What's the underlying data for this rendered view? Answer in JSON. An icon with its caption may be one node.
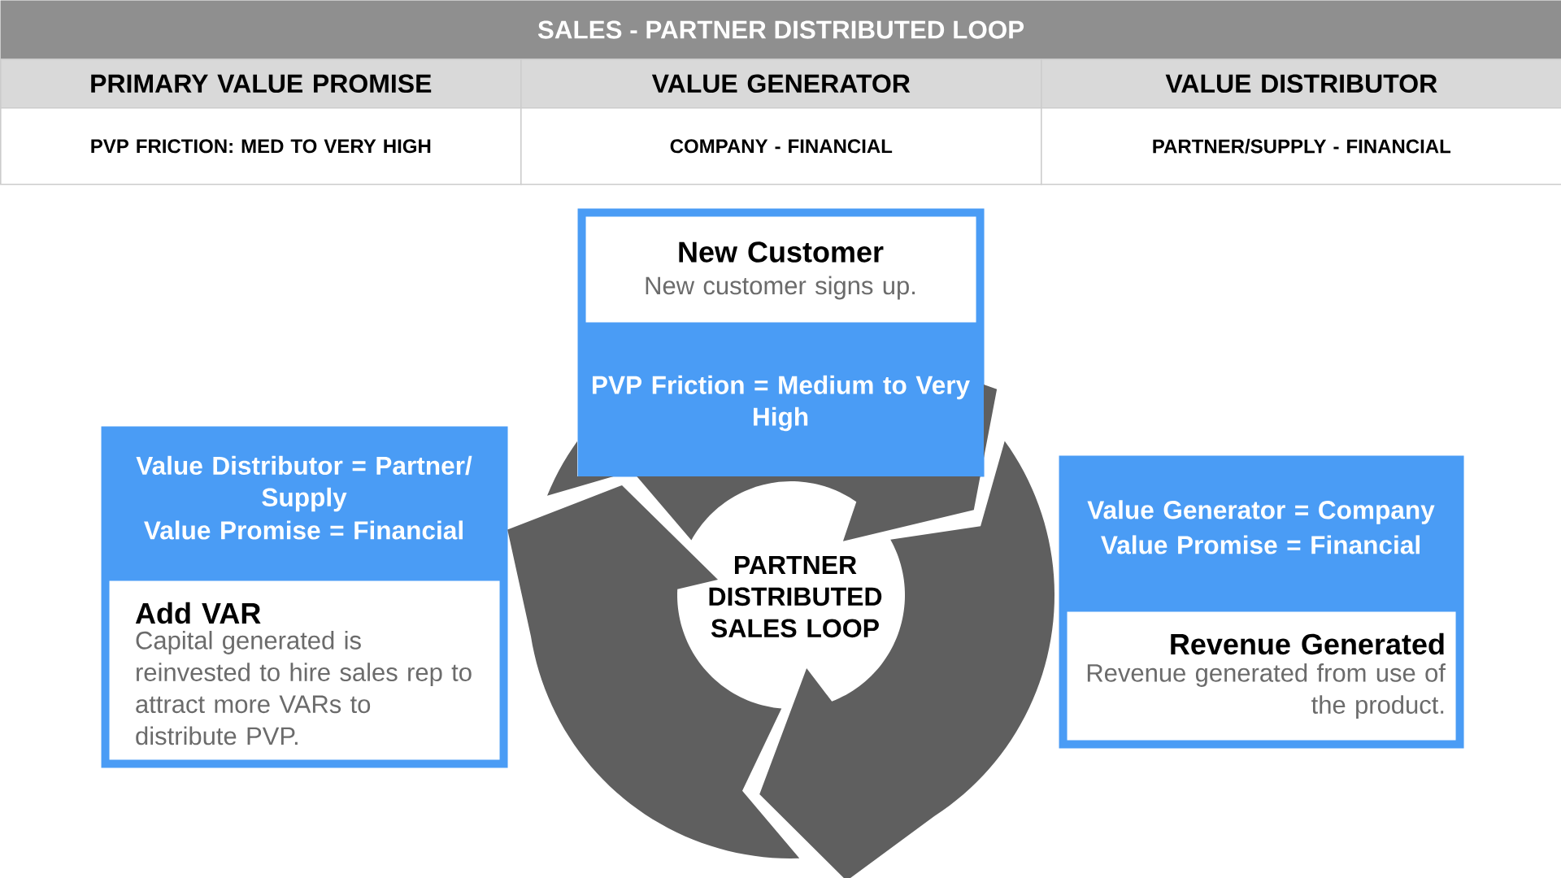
{
  "diagram": {
    "title": "SALES - PARTNER DISTRIBUTED LOOP",
    "nodes": [
      {
        "text": [
          "PVP Friction = Medium to Very High"
        ]
      },
      {
        "text": [
          "New Customer",
          "New customer signs up."
        ],
        "in": 0
      },
      {
        "text": [
          "Value Distributor = Partner/ Supply",
          "Value Promise = Financial"
        ]
      },
      {
        "text": [
          "Add VAR",
          "Capital generated is reinvested to hire sales rep to attract more VARs to distribute PVP."
        ],
        "in": 2
      },
      {
        "text": [
          "PARTNER DISTRIBUTED SALES LOOP"
        ]
      },
      {
        "text": [
          "Value Generator = Company",
          "Value Promise = Financial"
        ]
      },
      {
        "text": [
          "Revenue Generated",
          "Revenue generated from use of the product."
        ],
        "in": 5
      }
    ],
    "labels": [
      "PRIMARY VALUE PROMISE",
      "VALUE GENERATOR",
      "VALUE DISTRIBUTOR",
      "PVP FRICTION: MED TO VERY HIGH",
      "COMPANY - FINANCIAL",
      "PARTNER/SUPPLY - FINANCIAL"
    ]
  }
}
